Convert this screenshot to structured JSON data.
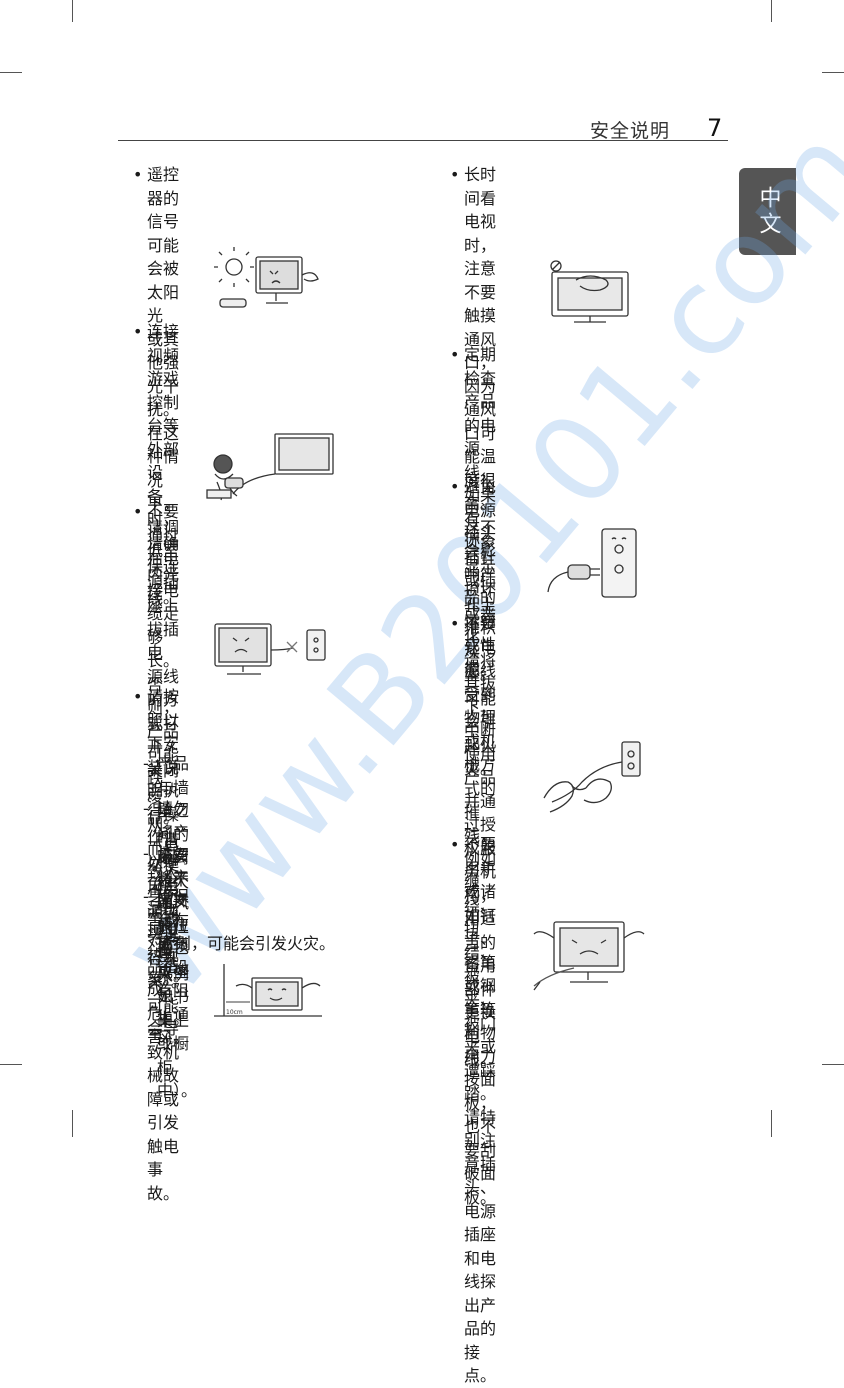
{
  "header": {
    "title": "安全说明",
    "page_number": "7"
  },
  "lang_tab": "中文",
  "watermark": "www.B20101.com",
  "left_column": {
    "item1": {
      "lines": [
        "遥控器的信号可能会被太阳光",
        "或其他强光干扰。在这种情况",
        "下，请调低室内光线。"
      ]
    },
    "item2": {
      "lines": [
        "连接视频游戏控制台等外部设",
        "备时，请确保连接电缆足够",
        "长。否则，产品可能跌落，从",
        "而导致人身伤害或对产品造成",
        "危害。"
      ]
    },
    "item3": {
      "lines": [
        "不要通过在电源插座上拔插电",
        "源线的方式打开 / 关闭产品。",
        "（请勿使用电源插头进行开",
        "关）。可能会导致机械故障或",
        "引发触电事故。"
      ]
    },
    "item4": {
      "lines": [
        "请按照以下安装说明执行操",
        "作，以避免产品出现过热现",
        "象。"
      ]
    },
    "sub1": {
      "lines": [
        "产品与墙壁之间的距离应大于",
        "10 厘米。"
      ]
    },
    "sub2": {
      "lines": [
        "请勿将产品安装不通风的位置",
        "（例如书架上或橱柜中）。"
      ]
    },
    "sub3": {
      "lines": [
        "请勿将产品安装在地毯或垫子",
        "上。"
      ]
    },
    "sub4": {
      "lines": [
        "确保台布或布帘没有阻止通",
        "风。"
      ]
    },
    "note": "否则，可能会引发火灾。",
    "distance_label": "10cm"
  },
  "right_column": {
    "item1": {
      "lines": [
        "长时间看电视时，注意不要触摸",
        "通风口，因为通风口可能温度很",
        "高。这不会影响产品的运行或性",
        "能。"
      ]
    },
    "item2": {
      "lines": [
        "定期检查产品的电源线，如果有",
        "迹象显示损坏或恶化，请将其拔",
        "下，中断使用产品并通过授权服",
        "务机构，用适当的备用部件更换",
        "电线。"
      ]
    },
    "item3": {
      "lines": [
        "避免电源插头插针或插孔上堆积",
        "灰尘。可能会引起火灾。"
      ]
    },
    "item4": {
      "lines": [
        "不要让电源线受到物理或机械方",
        "式的摧残，例如缠绕、扭结、被",
        "夹、被门夹或遭踩踏。请特别注",
        "意插头、电源插座和电线探出产",
        "品的接点。"
      ]
    },
    "item5": {
      "lines": [
        "不要用手或诸如钉子、铅笔或钢",
        "笔等利物用力按面板，也不要刮",
        "破面板。"
      ]
    }
  }
}
